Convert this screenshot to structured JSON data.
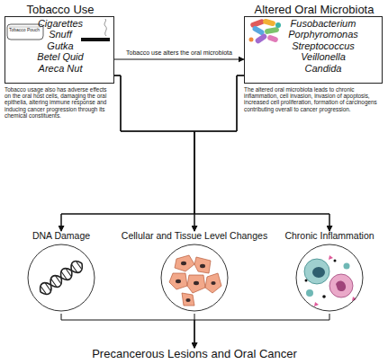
{
  "diagram": {
    "nodes": [
      {
        "text": [
          "Tobacco Use",
          "Cigarettes",
          "Snuff",
          "Gutka",
          "Betel Quid",
          "Areca Nut"
        ]
      },
      {
        "text": [
          "Altered Oral Microbiota",
          "Fusobacterium",
          "Porphyromonas",
          "Streptococcus",
          "Veillonella",
          "Candida"
        ]
      },
      {
        "text": [
          "DNA Damage"
        ]
      },
      {
        "text": [
          "Cellular and Tissue Level Changes"
        ]
      },
      {
        "text": [
          "Chronic Inflammation"
        ]
      },
      {
        "text": [
          "Precancerous Lesions and Oral Cancer"
        ]
      }
    ],
    "edges": [
      {
        "from": 0,
        "to": 1,
        "arrow": "to",
        "label": "Tobacco use alters the oral microbiota"
      },
      {
        "from": 0,
        "to": 2,
        "arrow": "to"
      },
      {
        "from": 0,
        "to": 3,
        "arrow": "to"
      },
      {
        "from": 0,
        "to": 4,
        "arrow": "to"
      },
      {
        "from": 1,
        "to": 2,
        "arrow": "to"
      },
      {
        "from": 1,
        "to": 3,
        "arrow": "to"
      },
      {
        "from": 1,
        "to": 4,
        "arrow": "to"
      },
      {
        "from": 2,
        "to": 5,
        "arrow": "to"
      },
      {
        "from": 3,
        "to": 5,
        "arrow": "to"
      },
      {
        "from": 4,
        "to": 5,
        "arrow": "to"
      }
    ],
    "labels": [
      "Tobacco Pouch",
      "Tobacco usage also has adverse effects on the oral host cells, damaging the oral epithelia, altering immune response and inducing cancer progression through its chemical constituents.",
      "The altered oral microbiota leads to chronic inflammation, cell invasion, invasion of apoptosis, increased cell proliferation, formation of carcinogens contributing overall to cancer progression."
    ]
  }
}
